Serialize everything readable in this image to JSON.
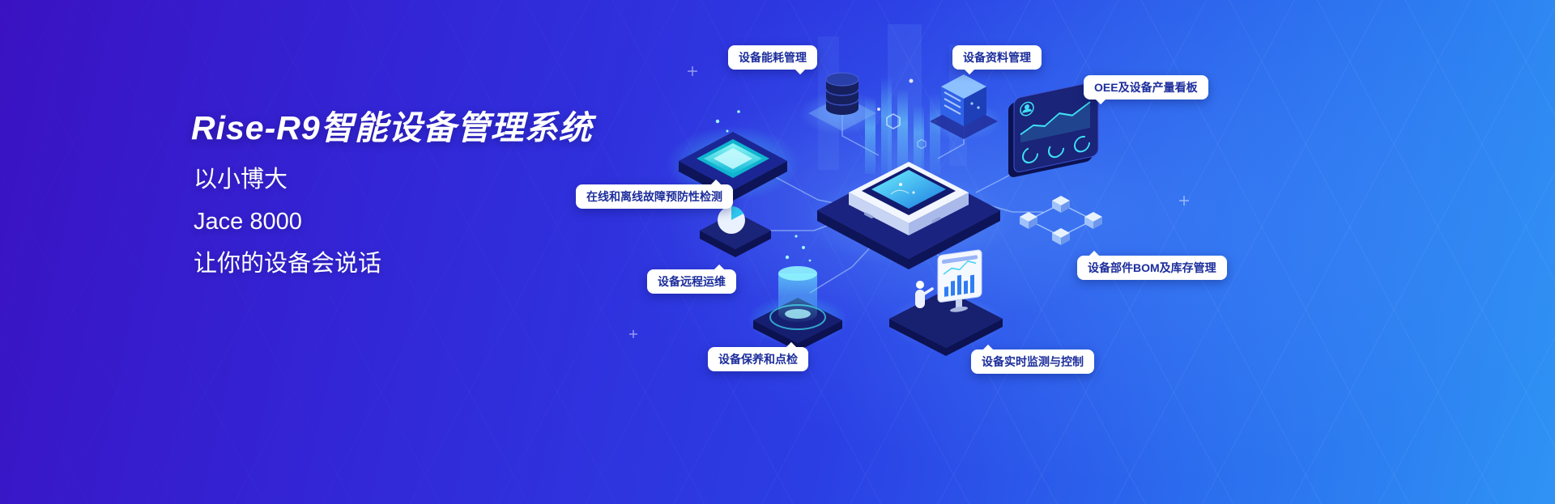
{
  "hero": {
    "title": "Rise-R9智能设备管理系统",
    "lines": [
      "以小博大",
      "Jace 8000",
      "让你的设备会说话"
    ]
  },
  "labels": [
    {
      "text": "设备能耗管理"
    },
    {
      "text": "设备资料管理"
    },
    {
      "text": "OEE及设备产量看板"
    },
    {
      "text": "在线和离线故障预防性检测"
    },
    {
      "text": "设备远程运维"
    },
    {
      "text": "设备保养和点检"
    },
    {
      "text": "设备实时监测与控制"
    },
    {
      "text": "设备部件BOM及库存管理"
    }
  ],
  "illustration": {
    "icons": [
      "energy-database-icon",
      "document-server-icon",
      "oee-dashboard-icon",
      "fault-detection-platform-icon",
      "pie-chart-icon",
      "hologram-projector-icon",
      "monitor-person-icon",
      "bom-cubes-icon",
      "central-controller-icon"
    ]
  },
  "colors": {
    "bg_gradient_left": "#3a12c2",
    "bg_gradient_mid": "#2b3ee4",
    "bg_gradient_right": "#2f93f4",
    "label_bg": "#ffffff",
    "label_text": "#1c2d9c",
    "accent_cyan": "#3fe0f5"
  }
}
